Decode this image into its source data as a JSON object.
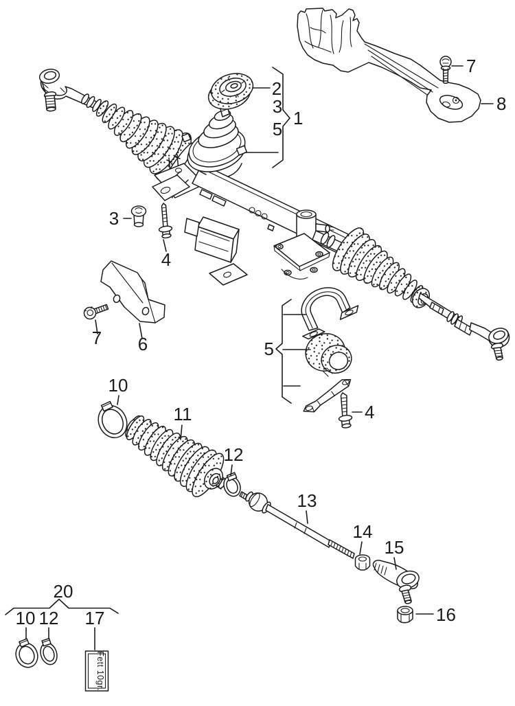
{
  "page": {
    "background": "#ffffff",
    "line_color": "#1b1b1b",
    "description": "Exploded parts diagram: steering gear, track rods and fitting parts"
  },
  "labels": {
    "asm1": "1",
    "part2": "2",
    "list3": "3",
    "list5": "5",
    "bolt7_top": "7",
    "shield8": "8",
    "plug3": "3",
    "screw4_left": "4",
    "bolt7_left": "7",
    "bracket6": "6",
    "group5": "5",
    "screw4_group": "4",
    "clamp10": "10",
    "boot11": "11",
    "clamp12": "12",
    "rod13": "13",
    "nut14": "14",
    "end15": "15",
    "nut16": "16",
    "kit20": "20",
    "kit10": "10",
    "kit12": "12",
    "kit17": "17",
    "grease": "Fett 10gr."
  }
}
